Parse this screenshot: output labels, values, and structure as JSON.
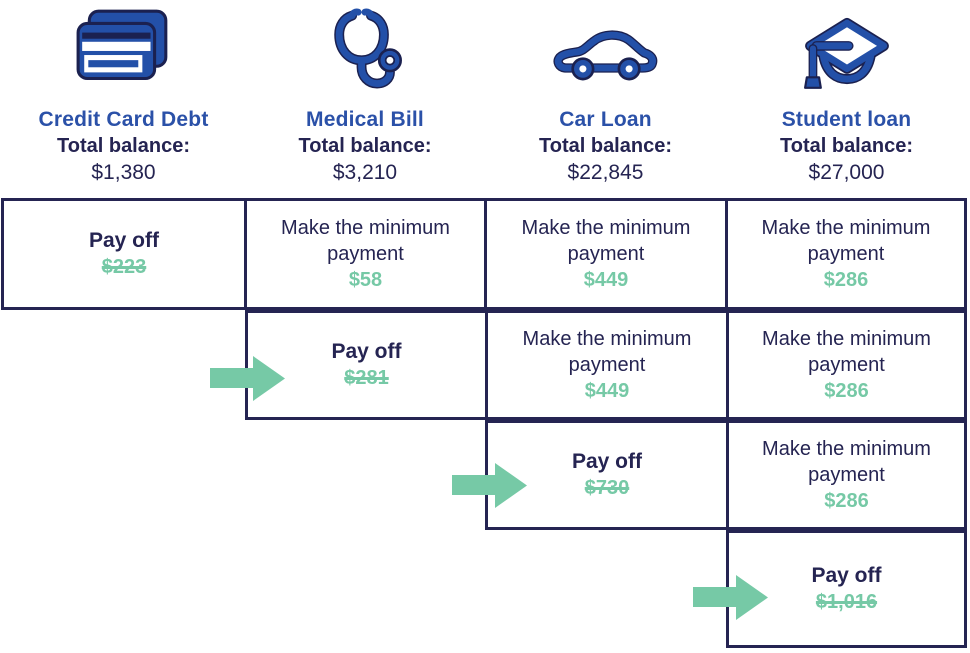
{
  "colors": {
    "navy": "#252452",
    "blue": "#2b51a8",
    "green": "#76c9a6",
    "icon_navy": "#1b2150",
    "icon_blue": "#2350a8"
  },
  "columns": [
    {
      "title": "Credit Card Debt",
      "balance_label": "Total balance:",
      "balance": "$1,380",
      "icon": "credit-card-icon"
    },
    {
      "title": "Medical Bill",
      "balance_label": "Total balance:",
      "balance": "$3,210",
      "icon": "stethoscope-icon"
    },
    {
      "title": "Car Loan",
      "balance_label": "Total balance:",
      "balance": "$22,845",
      "icon": "car-icon"
    },
    {
      "title": "Student loan",
      "balance_label": "Total balance:",
      "balance": "$27,000",
      "icon": "graduation-cap-icon"
    }
  ],
  "grid": {
    "payoff_label": "Pay off",
    "minimum_label": "Make the minimum payment",
    "rows": [
      {
        "has_arrow": false,
        "cells": [
          {
            "type": "payoff",
            "amount": "$223",
            "struck": true
          },
          {
            "type": "minimum",
            "amount": "$58"
          },
          {
            "type": "minimum",
            "amount": "$449"
          },
          {
            "type": "minimum",
            "amount": "$286"
          }
        ]
      },
      {
        "has_arrow": true,
        "cells": [
          {
            "type": "payoff",
            "amount": "$281",
            "struck": true
          },
          {
            "type": "minimum",
            "amount": "$449"
          },
          {
            "type": "minimum",
            "amount": "$286"
          }
        ]
      },
      {
        "has_arrow": true,
        "cells": [
          {
            "type": "payoff",
            "amount": "$730",
            "struck": true
          },
          {
            "type": "minimum",
            "amount": "$286"
          }
        ]
      },
      {
        "has_arrow": true,
        "cells": [
          {
            "type": "payoff",
            "amount": "$1,016",
            "struck": true
          }
        ]
      }
    ]
  }
}
